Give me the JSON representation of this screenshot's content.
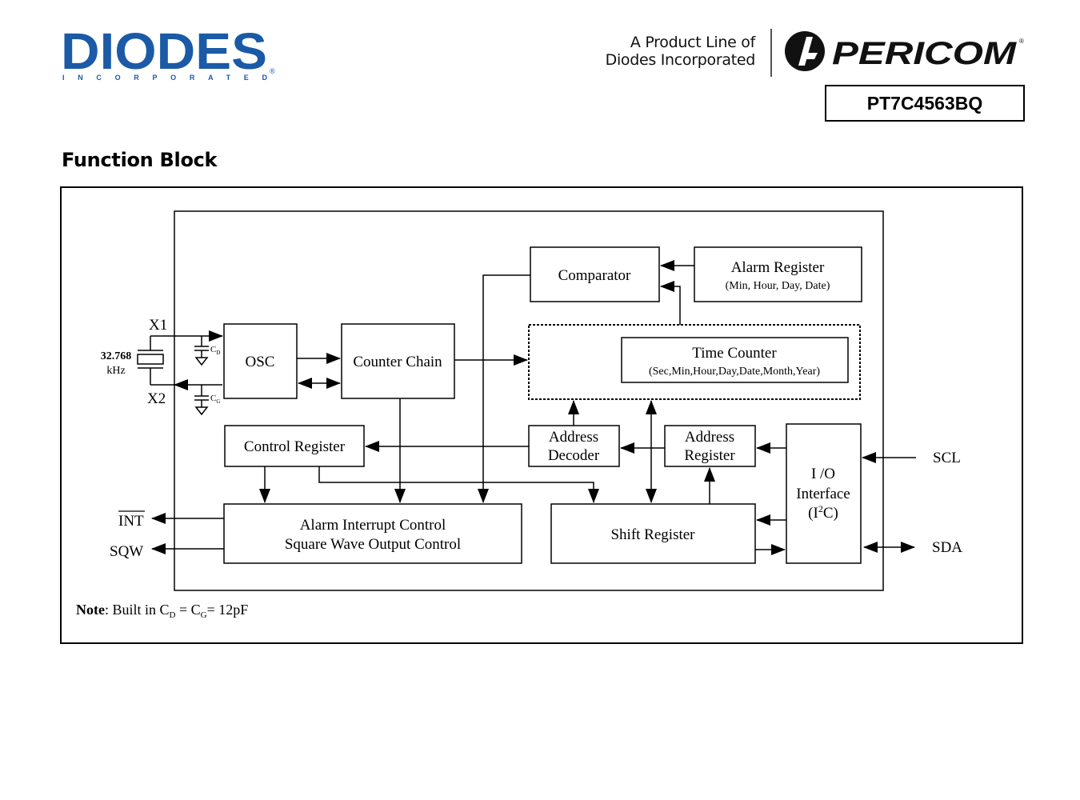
{
  "header": {
    "logo_left": {
      "brand": "DIODES",
      "tagline": "INCORPORATED",
      "icon": "diodes-logo",
      "color": "#1a5aa6"
    },
    "product_line": [
      "A Product Line of",
      "Diodes Incorporated"
    ],
    "logo_right": {
      "brand": "PERICOM",
      "icon": "pericom-logo"
    },
    "part_number": "PT7C4563BQ"
  },
  "section_title": "Function Block",
  "diagram": {
    "blocks": {
      "osc": "OSC",
      "counter_chain": "Counter Chain",
      "comparator": "Comparator",
      "alarm_register": [
        "Alarm Register",
        "(Min, Hour, Day, Date)"
      ],
      "time_counter": [
        "Time Counter",
        "(Sec,Min,Hour,Day,Date,Month,Year)"
      ],
      "control_register": "Control Register",
      "address_decoder": [
        "Address",
        "Decoder"
      ],
      "address_register": [
        "Address",
        "Register"
      ],
      "io_interface": [
        "I /O",
        "Interface",
        "(I",
        "2",
        "C)"
      ],
      "alarm_interrupt": [
        "Alarm Interrupt Control",
        "Square Wave Output Control"
      ],
      "shift_register": "Shift Register"
    },
    "pins": {
      "x1": "X1",
      "x2": "X2",
      "int": "INT",
      "sqw": "SQW",
      "scl": "SCL",
      "sda": "SDA"
    },
    "crystal": [
      "32.768",
      "kHz"
    ],
    "cap_d": [
      "C",
      "D"
    ],
    "cap_g": [
      "C",
      "G"
    ],
    "note": {
      "label": "Note",
      "text": ": Built in C",
      "sub_d": "D",
      "eq": " = C",
      "sub_g": "G",
      "value": "= 12pF"
    }
  }
}
